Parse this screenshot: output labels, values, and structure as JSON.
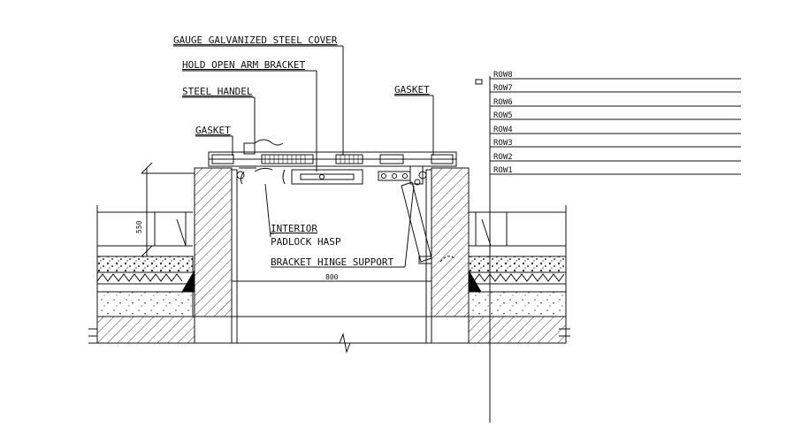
{
  "labels": {
    "cover": "GAUGE GALVANIZED STEEL COVER",
    "hold_open": "HOLD OPEN ARM BRACKET",
    "handle": "STEEL HANDEL",
    "gasket_left": "GASKET",
    "gasket_right": "GASKET",
    "interior": "INTERIOR",
    "padlock": "PADLOCK HASP",
    "bracket_hinge": "BRACKET HINGE SUPPORT"
  },
  "dimensions": {
    "height": "550",
    "width": "800"
  },
  "rows": [
    "ROW8",
    "ROW7",
    "ROW6",
    "ROW5",
    "ROW4",
    "ROW3",
    "ROW2",
    "ROW1"
  ],
  "colors": {
    "line": "#111111",
    "fill_dark": "#000000",
    "background": "#ffffff"
  }
}
